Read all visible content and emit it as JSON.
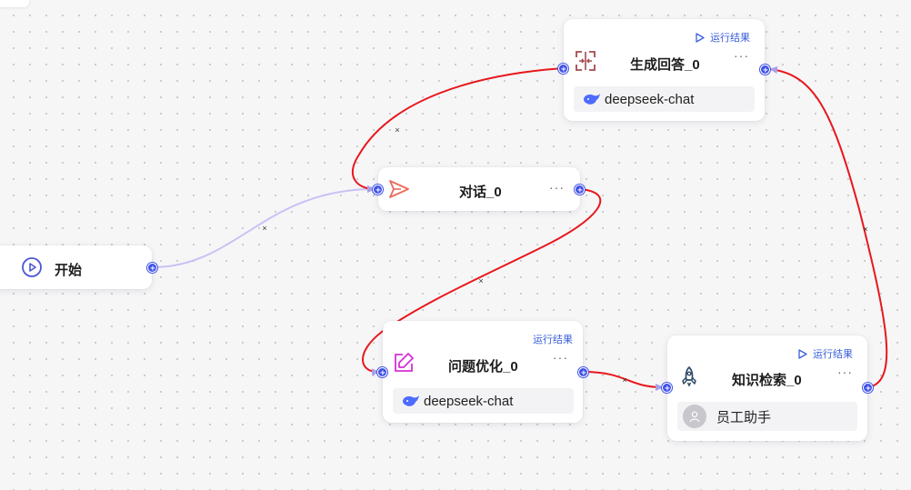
{
  "canvas": {
    "node_labels": {
      "start": "开始",
      "chat": "对话_0",
      "generate": "生成回答_0",
      "optimize": "问题优化_0",
      "retrieve": "知识检索_0"
    }
  },
  "nodes": {
    "start": {
      "title": "开始"
    },
    "chat": {
      "title": "对话_0",
      "more": "···"
    },
    "generate": {
      "title": "生成回答_0",
      "more": "···",
      "run_result": "运行结果",
      "model": "deepseek-chat"
    },
    "optimize": {
      "title": "问题优化_0",
      "more": "···",
      "run_result": "运行结果",
      "model": "deepseek-chat"
    },
    "retrieve": {
      "title": "知识检索_0",
      "more": "···",
      "run_result": "运行结果",
      "knowledge": "员工助手"
    }
  },
  "edges": {
    "start_to_chat": {
      "delete": "×",
      "status": "default"
    },
    "generate_to_chat": {
      "delete": "×",
      "status": "active"
    },
    "chat_to_optimize": {
      "delete": "×",
      "status": "active"
    },
    "optimize_to_retrieve": {
      "delete": "×",
      "status": "active"
    },
    "retrieve_to_generate": {
      "delete": "×",
      "status": "active"
    }
  },
  "colors": {
    "active_edge": "#e8171b",
    "default_edge": "#c9c2f4",
    "port": "#3f51e6",
    "run_link": "#3a5fd9"
  }
}
